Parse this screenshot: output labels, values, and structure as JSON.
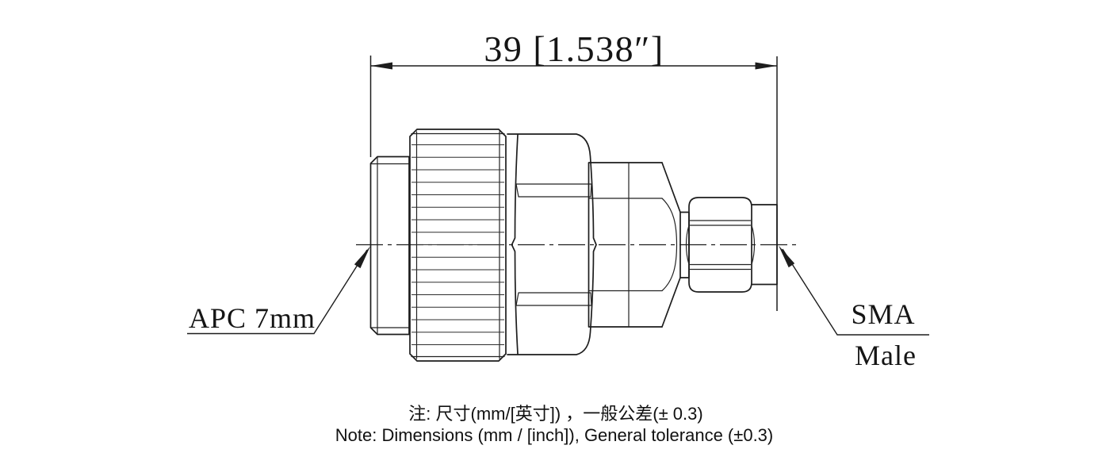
{
  "dimension": {
    "value": "39 [1.538″]"
  },
  "labels": {
    "apc": "APC 7mm",
    "sma_line1": "SMA",
    "sma_line2": "Male"
  },
  "notes": {
    "zh": "注: 尺寸(mm/[英寸]) ，一般公差(± 0.3)",
    "en": "Note: Dimensions (mm / [inch]), General tolerance (±0.3)"
  },
  "colors": {
    "line": "#1d1d1d",
    "background": "#ffffff",
    "text": "#151515"
  }
}
